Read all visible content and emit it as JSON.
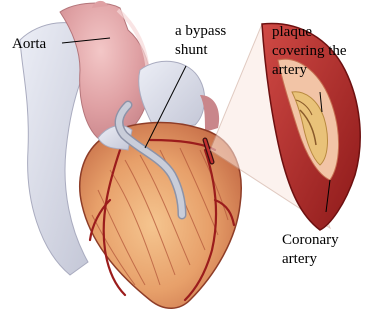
{
  "labels": {
    "aorta": "Aorta",
    "bypass_shunt": "a bypass\nshunt",
    "plaque": "plaque\ncovering the\nartery",
    "coronary_artery": "Coronary\nartery"
  },
  "colors": {
    "aorta_body": "#dfa0a3",
    "aorta_shadow": "#c9868b",
    "muscle": "#e7a06a",
    "muscle_dark": "#b4583b",
    "vessel_red": "#9b1c1c",
    "shunt": "#b7bccb",
    "pale_vessels": "#d4d6e3",
    "artery_wall": "#b22f2f",
    "artery_lumen": "#f2c4a6",
    "plaque": "#e9c279"
  },
  "icons": [
    "heart-illustration",
    "artery-cross-section-illustration"
  ]
}
